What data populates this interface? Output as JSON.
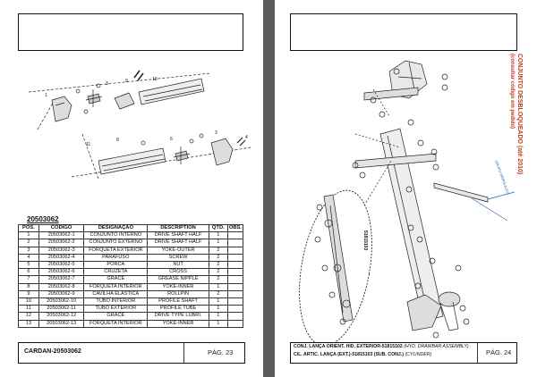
{
  "left_page": {
    "assembly_code": "20503062",
    "table": {
      "headers": [
        "POS.",
        "CÓDIGO",
        "DESIGNAÇÃO",
        "DESCRIPTION",
        "QTD.",
        "OBS."
      ],
      "rows": [
        [
          "1",
          "20503062-1",
          "CONJUNTO INTERNO",
          "DRIVE SHAFT HALF",
          "1",
          ""
        ],
        [
          "2",
          "20503062-2",
          "CONJUNTO EXTERNO",
          "DRIVE SHAFT HALF",
          "1",
          ""
        ],
        [
          "3",
          "20503062-3",
          "FORQUETA EXTERIOR",
          "YOKE-OUTER",
          "2",
          ""
        ],
        [
          "4",
          "20503062-4",
          "PARAFUSO",
          "SCREW",
          "2",
          ""
        ],
        [
          "5",
          "20503062-5",
          "PORCA",
          "NUT",
          "2",
          ""
        ],
        [
          "6",
          "20503062-6",
          "CRUZETA",
          "CROSS",
          "2",
          ""
        ],
        [
          "7",
          "20503062-7",
          "GRACÉ",
          "GREASE NIPPLE",
          "2",
          ""
        ],
        [
          "8",
          "20503062-8",
          "FORQUETA INTERIOR",
          "YOKE-INNER",
          "1",
          ""
        ],
        [
          "9",
          "20503062-9",
          "CAVILHA ELÁSTICA",
          "ROLLPIN",
          "2",
          ""
        ],
        [
          "10",
          "20503062-10",
          "TUBO INTERIOR",
          "PROFILE SHAFT",
          "1",
          ""
        ],
        [
          "11",
          "20503062-11",
          "TUBO EXTERIOR",
          "PROFILE TUBE",
          "1",
          ""
        ],
        [
          "12",
          "20503062-12",
          "GRACÉ",
          "DRIVE TYPE LUBRI.",
          "1",
          ""
        ],
        [
          "13",
          "20503062-13",
          "FORQUETA INTERIOR",
          "YOKE-INNER",
          "1",
          ""
        ]
      ]
    },
    "footer_title": "CARDAN-20503062",
    "page_label": "PÁG. 23"
  },
  "right_page": {
    "side_note_red": "CONJUNTO DESBLOQUEADO (até 2010)",
    "side_note_red_2": "(consultar código em pedido)",
    "hose_note": "GRUPO HIDRÁULICO",
    "detail_code": "51815103",
    "footer_line1_pt": "CONJ. LANÇA ORIENT. HID. EXTERIOR-51815102",
    "footer_line1_en": "(HYD. DRAWBAR ASSEMBLY)",
    "footer_line2_pt": "CIL. ARTIC. LANÇA (EXT.)-51815103 (SUB. CONJ.)",
    "footer_line2_en": "(CYLINDER)",
    "page_label": "PÁG. 24"
  },
  "colors": {
    "background": "#5b5b5b",
    "page": "#ffffff",
    "ink": "#111111",
    "red_note": "#c23a1e",
    "blue_note": "#2a5fc0"
  }
}
